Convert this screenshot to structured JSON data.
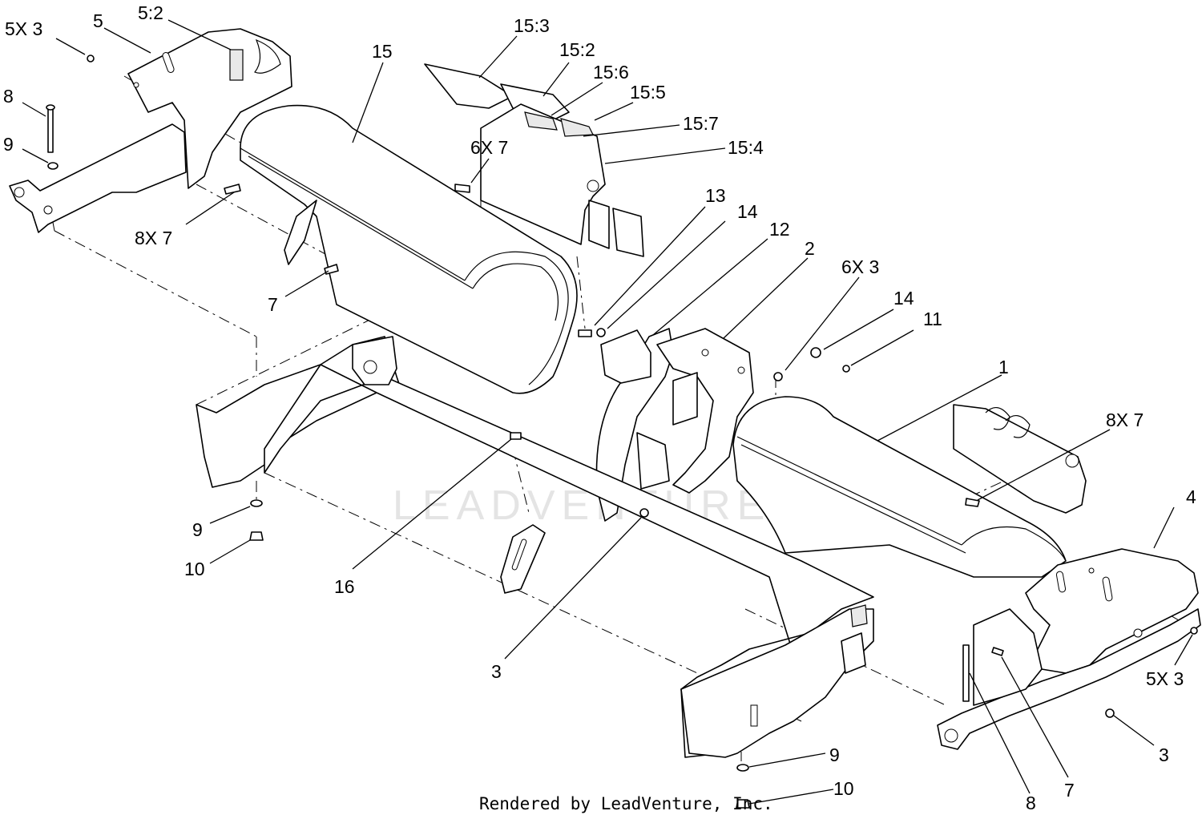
{
  "credit": "Rendered by LeadVenture, Inc.",
  "watermark": "LEADVENTURE",
  "callouts": [
    {
      "id": "c-5x3-top",
      "text": "5X 3"
    },
    {
      "id": "c-5-top",
      "text": "5"
    },
    {
      "id": "c-5-2",
      "text": "5:2"
    },
    {
      "id": "c-15",
      "text": "15"
    },
    {
      "id": "c-15-3",
      "text": "15:3"
    },
    {
      "id": "c-15-2",
      "text": "15:2"
    },
    {
      "id": "c-15-6",
      "text": "15:6"
    },
    {
      "id": "c-15-5",
      "text": "15:5"
    },
    {
      "id": "c-15-7",
      "text": "15:7"
    },
    {
      "id": "c-15-4",
      "text": "15:4"
    },
    {
      "id": "c-8-top",
      "text": "8"
    },
    {
      "id": "c-9-top",
      "text": "9"
    },
    {
      "id": "c-6x7",
      "text": "6X 7"
    },
    {
      "id": "c-8x7-left",
      "text": "8X 7"
    },
    {
      "id": "c-13",
      "text": "13"
    },
    {
      "id": "c-14-a",
      "text": "14"
    },
    {
      "id": "c-12",
      "text": "12"
    },
    {
      "id": "c-2",
      "text": "2"
    },
    {
      "id": "c-6x3",
      "text": "6X 3"
    },
    {
      "id": "c-7-left",
      "text": "7"
    },
    {
      "id": "c-14-b",
      "text": "14"
    },
    {
      "id": "c-11",
      "text": "11"
    },
    {
      "id": "c-1",
      "text": "1"
    },
    {
      "id": "c-8x7-right",
      "text": "8X 7"
    },
    {
      "id": "c-4",
      "text": "4"
    },
    {
      "id": "c-9-mid",
      "text": "9"
    },
    {
      "id": "c-10-mid",
      "text": "10"
    },
    {
      "id": "c-16",
      "text": "16"
    },
    {
      "id": "c-3-mid",
      "text": "3"
    },
    {
      "id": "c-5x3-right",
      "text": "5X 3"
    },
    {
      "id": "c-3-right",
      "text": "3"
    },
    {
      "id": "c-9-bottom",
      "text": "9"
    },
    {
      "id": "c-10-bottom",
      "text": "10"
    },
    {
      "id": "c-8-bottom",
      "text": "8"
    },
    {
      "id": "c-7-bottom",
      "text": "7"
    }
  ]
}
